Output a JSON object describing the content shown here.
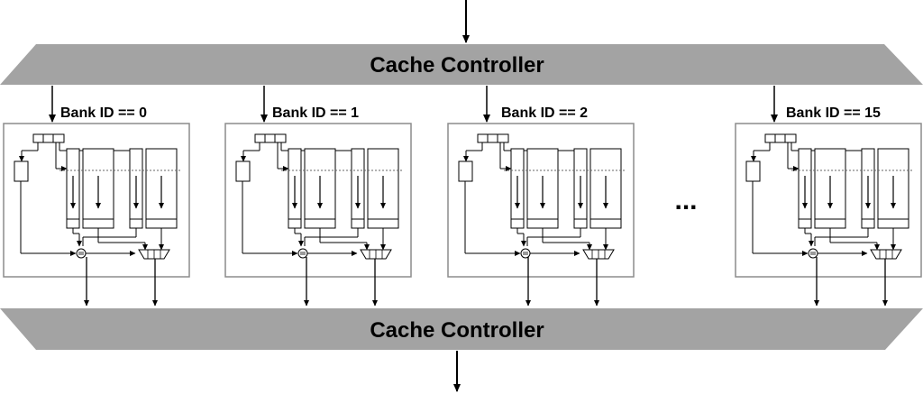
{
  "top_controller": {
    "label": "Cache Controller"
  },
  "bottom_controller": {
    "label": "Cache Controller"
  },
  "banks": [
    {
      "label": "Bank ID == 0"
    },
    {
      "label": "Bank ID == 1"
    },
    {
      "label": "Bank ID == 2"
    },
    {
      "label": "Bank ID == 15"
    }
  ],
  "ellipsis": "...",
  "colors": {
    "controller_fill": "#a3a3a3",
    "bank_border": "#8c8c8c",
    "line": "#000000"
  }
}
